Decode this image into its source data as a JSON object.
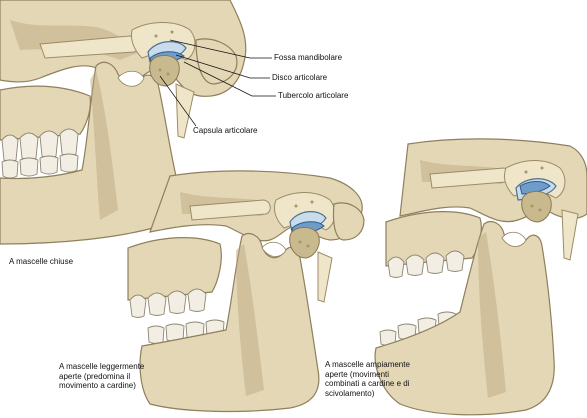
{
  "labels": {
    "fossa_mandibolare": "Fossa mandibolare",
    "disco_articolare": "Disco articolare",
    "tubercolo_articolare": "Tubercolo articolare",
    "capsula_articolare": "Capsula articolare"
  },
  "captions": {
    "closed": "A mascelle chiuse",
    "slightly_open": "A mascelle leggermente aperte (predomina il movimento a cardine)",
    "wide_open": "A mascelle ampiamente aperte (movimenti combinati a cardine e di scivolamento)"
  },
  "colors": {
    "bone": "#e3d7b6",
    "cartilage": "#c8dcec",
    "disc": "#6f9cc9",
    "tooth": "#f2eee3"
  }
}
